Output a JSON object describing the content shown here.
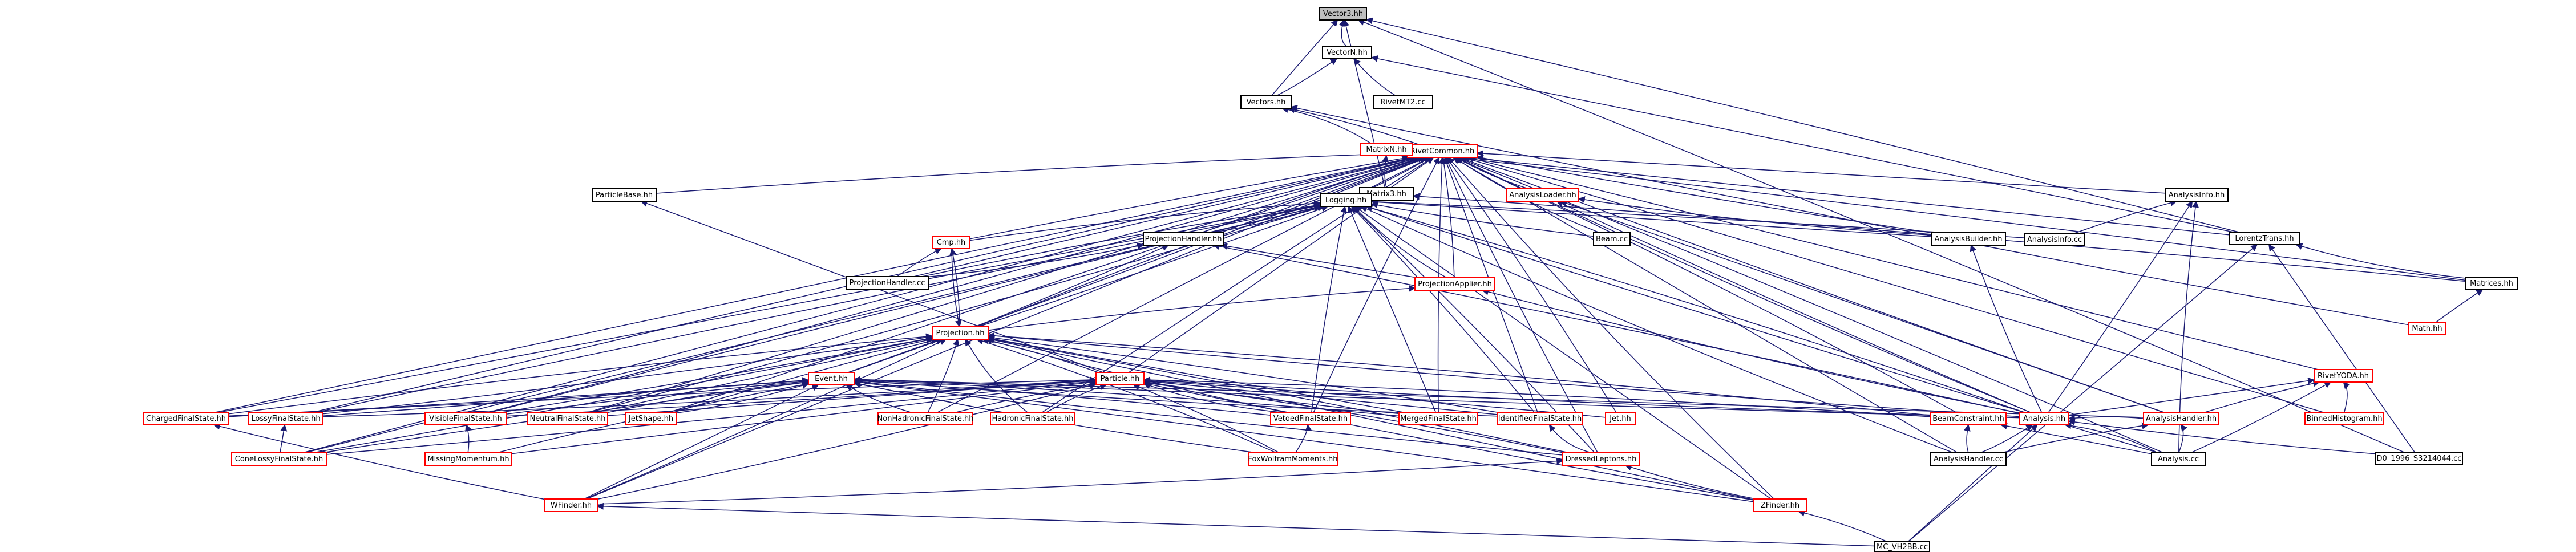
{
  "diagram": {
    "type": "include-dependency-graph",
    "colors": {
      "edge": "#191970",
      "focus_fill": "#bfbfbf",
      "node_fill": "#ffffff",
      "node_stroke_documented": "#000000",
      "node_stroke_undocumented": "#ff0000"
    },
    "nodes": [
      {
        "id": "vector3",
        "label": "Vector3.hh",
        "style": "focus"
      },
      {
        "id": "vectorn",
        "label": "VectorN.hh",
        "style": "documented"
      },
      {
        "id": "vectors",
        "label": "Vectors.hh",
        "style": "documented"
      },
      {
        "id": "rivetmt2",
        "label": "RivetMT2.cc",
        "style": "documented"
      },
      {
        "id": "rivetcommon",
        "label": "RivetCommon.hh",
        "style": "undocumented"
      },
      {
        "id": "matrixn",
        "label": "MatrixN.hh",
        "style": "undocumented"
      },
      {
        "id": "matrix3",
        "label": "Matrix3.hh",
        "style": "documented"
      },
      {
        "id": "particlebase",
        "label": "ParticleBase.hh",
        "style": "documented"
      },
      {
        "id": "logging",
        "label": "Logging.hh",
        "style": "documented"
      },
      {
        "id": "analysisloader",
        "label": "AnalysisLoader.hh",
        "style": "undocumented"
      },
      {
        "id": "analysisinfohh",
        "label": "AnalysisInfo.hh",
        "style": "documented"
      },
      {
        "id": "lorentztrans",
        "label": "LorentzTrans.hh",
        "style": "documented"
      },
      {
        "id": "cmp",
        "label": "Cmp.hh",
        "style": "undocumented"
      },
      {
        "id": "projectionhandlerhh",
        "label": "ProjectionHandler.hh",
        "style": "documented"
      },
      {
        "id": "beam",
        "label": "Beam.cc",
        "style": "documented"
      },
      {
        "id": "analysisbuilder",
        "label": "AnalysisBuilder.hh",
        "style": "documented"
      },
      {
        "id": "analysisinfocc",
        "label": "AnalysisInfo.cc",
        "style": "documented"
      },
      {
        "id": "projectionhandlercc",
        "label": "ProjectionHandler.cc",
        "style": "documented"
      },
      {
        "id": "projectionapplier",
        "label": "ProjectionApplier.hh",
        "style": "undocumented"
      },
      {
        "id": "matrices",
        "label": "Matrices.hh",
        "style": "documented"
      },
      {
        "id": "projection",
        "label": "Projection.hh",
        "style": "undocumented"
      },
      {
        "id": "math",
        "label": "Math.hh",
        "style": "undocumented"
      },
      {
        "id": "event",
        "label": "Event.hh",
        "style": "undocumented"
      },
      {
        "id": "particle",
        "label": "Particle.hh",
        "style": "undocumented"
      },
      {
        "id": "rivetyoda",
        "label": "RivetYODA.hh",
        "style": "undocumented"
      },
      {
        "id": "chargedfs",
        "label": "ChargedFinalState.hh",
        "style": "undocumented"
      },
      {
        "id": "lossyfs",
        "label": "LossyFinalState.hh",
        "style": "undocumented"
      },
      {
        "id": "visiblefs",
        "label": "VisibleFinalState.hh",
        "style": "undocumented"
      },
      {
        "id": "neutralfs",
        "label": "NeutralFinalState.hh",
        "style": "undocumented"
      },
      {
        "id": "jetshape",
        "label": "JetShape.hh",
        "style": "undocumented"
      },
      {
        "id": "nonhadronicfs",
        "label": "NonHadronicFinalState.hh",
        "style": "undocumented"
      },
      {
        "id": "hadronicfs",
        "label": "HadronicFinalState.hh",
        "style": "undocumented"
      },
      {
        "id": "vetoedfs",
        "label": "VetoedFinalState.hh",
        "style": "undocumented"
      },
      {
        "id": "mergedfs",
        "label": "MergedFinalState.hh",
        "style": "undocumented"
      },
      {
        "id": "identifiedfs",
        "label": "IdentifiedFinalState.hh",
        "style": "undocumented"
      },
      {
        "id": "jet",
        "label": "Jet.hh",
        "style": "undocumented"
      },
      {
        "id": "beamconstraint",
        "label": "BeamConstraint.hh",
        "style": "undocumented"
      },
      {
        "id": "analysishh",
        "label": "Analysis.hh",
        "style": "undocumented"
      },
      {
        "id": "analysishandlerhh",
        "label": "AnalysisHandler.hh",
        "style": "undocumented"
      },
      {
        "id": "binnedhistogram",
        "label": "BinnedHistogram.hh",
        "style": "undocumented"
      },
      {
        "id": "conelossyfs",
        "label": "ConeLossyFinalState.hh",
        "style": "undocumented"
      },
      {
        "id": "missingmomentum",
        "label": "MissingMomentum.hh",
        "style": "undocumented"
      },
      {
        "id": "foxwolfram",
        "label": "FoxWolframMoments.hh",
        "style": "undocumented"
      },
      {
        "id": "dressedleptons",
        "label": "DressedLeptons.hh",
        "style": "undocumented"
      },
      {
        "id": "analysishandlercc",
        "label": "AnalysisHandler.cc",
        "style": "documented"
      },
      {
        "id": "analysiscc",
        "label": "Analysis.cc",
        "style": "documented"
      },
      {
        "id": "d0",
        "label": "D0_1996_S3214044.cc",
        "style": "documented"
      },
      {
        "id": "wfinder",
        "label": "WFinder.hh",
        "style": "undocumented"
      },
      {
        "id": "zfinder",
        "label": "ZFinder.hh",
        "style": "undocumented"
      },
      {
        "id": "mcvh2bb",
        "label": "MC_VH2BB.cc",
        "style": "documented"
      }
    ],
    "edges": [
      [
        "vector3",
        "vectorn"
      ],
      [
        "vector3",
        "vectors"
      ],
      [
        "vector3",
        "matrix3"
      ],
      [
        "vector3",
        "lorentztrans"
      ],
      [
        "vector3",
        "d0"
      ],
      [
        "vectorn",
        "vectors"
      ],
      [
        "vectorn",
        "rivetmt2"
      ],
      [
        "vectorn",
        "lorentztrans"
      ],
      [
        "vectors",
        "rivetcommon"
      ],
      [
        "vectors",
        "matrixn"
      ],
      [
        "vectors",
        "math"
      ],
      [
        "matrixn",
        "matrix3"
      ],
      [
        "matrixn",
        "lorentztrans"
      ],
      [
        "matrixn",
        "matrices"
      ],
      [
        "matrix3",
        "matrices"
      ],
      [
        "lorentztrans",
        "matrices"
      ],
      [
        "lorentztrans",
        "mcvh2bb"
      ],
      [
        "lorentztrans",
        "d0"
      ],
      [
        "matrices",
        "math"
      ],
      [
        "rivetcommon",
        "particlebase"
      ],
      [
        "rivetcommon",
        "logging"
      ],
      [
        "rivetcommon",
        "analysisloader"
      ],
      [
        "rivetcommon",
        "analysisinfohh"
      ],
      [
        "rivetcommon",
        "cmp"
      ],
      [
        "rivetcommon",
        "projectionhandlerhh"
      ],
      [
        "rivetcommon",
        "beam"
      ],
      [
        "rivetcommon",
        "analysisbuilder"
      ],
      [
        "rivetcommon",
        "projectionhandlercc"
      ],
      [
        "rivetcommon",
        "projectionapplier"
      ],
      [
        "rivetcommon",
        "projection"
      ],
      [
        "rivetcommon",
        "event"
      ],
      [
        "rivetcommon",
        "particle"
      ],
      [
        "rivetcommon",
        "rivetyoda"
      ],
      [
        "rivetcommon",
        "chargedfs"
      ],
      [
        "rivetcommon",
        "lossyfs"
      ],
      [
        "rivetcommon",
        "visiblefs"
      ],
      [
        "rivetcommon",
        "neutralfs"
      ],
      [
        "rivetcommon",
        "jetshape"
      ],
      [
        "rivetcommon",
        "nonhadronicfs"
      ],
      [
        "rivetcommon",
        "hadronicfs"
      ],
      [
        "rivetcommon",
        "vetoedfs"
      ],
      [
        "rivetcommon",
        "mergedfs"
      ],
      [
        "rivetcommon",
        "identifiedfs"
      ],
      [
        "rivetcommon",
        "jet"
      ],
      [
        "rivetcommon",
        "beamconstraint"
      ],
      [
        "rivetcommon",
        "analysishh"
      ],
      [
        "rivetcommon",
        "analysishandlerhh"
      ],
      [
        "rivetcommon",
        "binnedhistogram"
      ],
      [
        "rivetcommon",
        "conelossyfs"
      ],
      [
        "rivetcommon",
        "wfinder"
      ],
      [
        "rivetcommon",
        "zfinder"
      ],
      [
        "rivetcommon",
        "dressedleptons"
      ],
      [
        "rivetcommon",
        "analysishandlercc"
      ],
      [
        "rivetcommon",
        "analysiscc"
      ],
      [
        "logging",
        "cmp"
      ],
      [
        "logging",
        "projectionhandlerhh"
      ],
      [
        "logging",
        "beam"
      ],
      [
        "logging",
        "analysisbuilder"
      ],
      [
        "logging",
        "analysisinfocc"
      ],
      [
        "logging",
        "projectionhandlercc"
      ],
      [
        "logging",
        "projectionapplier"
      ],
      [
        "logging",
        "projection"
      ],
      [
        "logging",
        "chargedfs"
      ],
      [
        "logging",
        "lossyfs"
      ],
      [
        "logging",
        "visiblefs"
      ],
      [
        "logging",
        "neutralfs"
      ],
      [
        "logging",
        "vetoedfs"
      ],
      [
        "logging",
        "mergedfs"
      ],
      [
        "logging",
        "identifiedfs"
      ],
      [
        "logging",
        "analysishh"
      ],
      [
        "logging",
        "analysishandlercc"
      ],
      [
        "logging",
        "analysiscc"
      ],
      [
        "logging",
        "zfinder"
      ],
      [
        "logging",
        "dressedleptons"
      ],
      [
        "logging",
        "conelossyfs"
      ],
      [
        "analysisloader",
        "analysisbuilder"
      ],
      [
        "analysisloader",
        "analysishh"
      ],
      [
        "analysisloader",
        "analysishandlerhh"
      ],
      [
        "analysisinfohh",
        "analysisinfocc"
      ],
      [
        "analysisinfohh",
        "analysishh"
      ],
      [
        "analysisinfohh",
        "analysiscc"
      ],
      [
        "analysisbuilder",
        "analysishh"
      ],
      [
        "particlebase",
        "particle"
      ],
      [
        "cmp",
        "projection"
      ],
      [
        "cmp",
        "projectionhandlercc"
      ],
      [
        "projectionhandlerhh",
        "projectionhandlercc"
      ],
      [
        "projectionhandlerhh",
        "projection"
      ],
      [
        "projectionhandlerhh",
        "projectionapplier"
      ],
      [
        "projectionhandlerhh",
        "analysishh"
      ],
      [
        "projectionapplier",
        "projection"
      ],
      [
        "projectionapplier",
        "analysishh"
      ],
      [
        "projection",
        "cmp"
      ],
      [
        "projection",
        "event"
      ],
      [
        "projection",
        "particle"
      ],
      [
        "projection",
        "chargedfs"
      ],
      [
        "projection",
        "lossyfs"
      ],
      [
        "projection",
        "visiblefs"
      ],
      [
        "projection",
        "neutralfs"
      ],
      [
        "projection",
        "jetshape"
      ],
      [
        "projection",
        "nonhadronicfs"
      ],
      [
        "projection",
        "hadronicfs"
      ],
      [
        "projection",
        "vetoedfs"
      ],
      [
        "projection",
        "mergedfs"
      ],
      [
        "projection",
        "identifiedfs"
      ],
      [
        "projection",
        "beamconstraint"
      ],
      [
        "projection",
        "analysishh"
      ],
      [
        "projection",
        "conelossyfs"
      ],
      [
        "projection",
        "zfinder"
      ],
      [
        "projection",
        "dressedleptons"
      ],
      [
        "projection",
        "foxwolfram"
      ],
      [
        "projection",
        "wfinder"
      ],
      [
        "event",
        "chargedfs"
      ],
      [
        "event",
        "lossyfs"
      ],
      [
        "event",
        "visiblefs"
      ],
      [
        "event",
        "neutralfs"
      ],
      [
        "event",
        "jetshape"
      ],
      [
        "event",
        "nonhadronicfs"
      ],
      [
        "event",
        "hadronicfs"
      ],
      [
        "event",
        "vetoedfs"
      ],
      [
        "event",
        "mergedfs"
      ],
      [
        "event",
        "identifiedfs"
      ],
      [
        "event",
        "analysishh"
      ],
      [
        "event",
        "analysishandlerhh"
      ],
      [
        "event",
        "conelossyfs"
      ],
      [
        "event",
        "missingmomentum"
      ],
      [
        "event",
        "foxwolfram"
      ],
      [
        "event",
        "dressedleptons"
      ],
      [
        "event",
        "wfinder"
      ],
      [
        "event",
        "zfinder"
      ],
      [
        "particle",
        "chargedfs"
      ],
      [
        "particle",
        "lossyfs"
      ],
      [
        "particle",
        "visiblefs"
      ],
      [
        "particle",
        "neutralfs"
      ],
      [
        "particle",
        "nonhadronicfs"
      ],
      [
        "particle",
        "hadronicfs"
      ],
      [
        "particle",
        "vetoedfs"
      ],
      [
        "particle",
        "mergedfs"
      ],
      [
        "particle",
        "identifiedfs"
      ],
      [
        "particle",
        "jet"
      ],
      [
        "particle",
        "beamconstraint"
      ],
      [
        "particle",
        "analysishh"
      ],
      [
        "particle",
        "conelossyfs"
      ],
      [
        "particle",
        "missingmomentum"
      ],
      [
        "particle",
        "foxwolfram"
      ],
      [
        "particle",
        "dressedleptons"
      ],
      [
        "particle",
        "wfinder"
      ],
      [
        "particle",
        "zfinder"
      ],
      [
        "rivetyoda",
        "analysishh"
      ],
      [
        "rivetyoda",
        "analysishandlerhh"
      ],
      [
        "rivetyoda",
        "binnedhistogram"
      ],
      [
        "rivetyoda",
        "analysiscc"
      ],
      [
        "chargedfs",
        "wfinder"
      ],
      [
        "lossyfs",
        "conelossyfs"
      ],
      [
        "visiblefs",
        "missingmomentum"
      ],
      [
        "vetoedfs",
        "foxwolfram"
      ],
      [
        "identifiedfs",
        "dressedleptons"
      ],
      [
        "beamconstraint",
        "analysishandlercc"
      ],
      [
        "beamconstraint",
        "analysiscc"
      ],
      [
        "analysishh",
        "analysishandlerhh"
      ],
      [
        "analysishh",
        "analysiscc"
      ],
      [
        "analysishh",
        "analysishandlercc"
      ],
      [
        "analysishh",
        "d0"
      ],
      [
        "analysishh",
        "mcvh2bb"
      ],
      [
        "analysishandlerhh",
        "analysishandlercc"
      ],
      [
        "analysishandlerhh",
        "analysiscc"
      ],
      [
        "dressedleptons",
        "wfinder"
      ],
      [
        "dressedleptons",
        "zfinder"
      ],
      [
        "wfinder",
        "mcvh2bb"
      ],
      [
        "zfinder",
        "mcvh2bb"
      ]
    ]
  }
}
